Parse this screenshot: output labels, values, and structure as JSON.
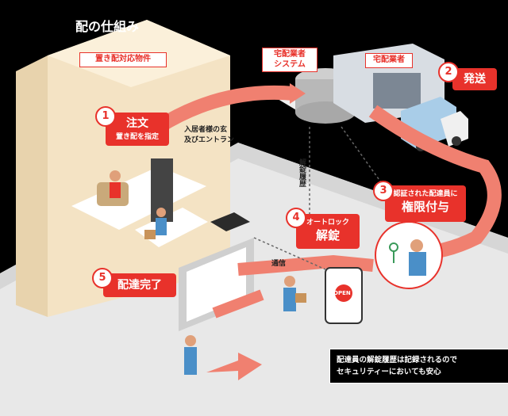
{
  "title": "配の仕組み",
  "building_label": "置き配対応物件",
  "system_label": "宅配業者\nシステム",
  "company_label": "宅配業者",
  "steps": [
    {
      "num": "1",
      "title": "注文",
      "sub": "置き配を指定"
    },
    {
      "num": "2",
      "title": "発送"
    },
    {
      "num": "3",
      "sub": "認証された配達員に",
      "title": "権限付与"
    },
    {
      "num": "4",
      "sub": "オートロック",
      "title": "解錠"
    },
    {
      "num": "5",
      "title": "配達完了"
    }
  ],
  "resident_entrance_label": "入居者様の玄\n及びエントラン",
  "unlock_history_label": "解錠履歴",
  "comm_label": "通信",
  "phone_label": "OPEN",
  "note": "配達員の解錠履歴は記録されるので\nセキュリティーにおいても安心",
  "colors": {
    "accent": "#e8322b",
    "arrow": "#f08070",
    "ground": "#e6e6e6",
    "building": "#f4e3c4"
  }
}
